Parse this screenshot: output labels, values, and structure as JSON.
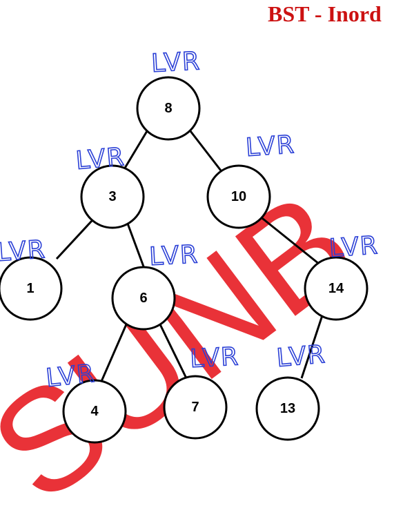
{
  "title": "BST - Inord",
  "colors": {
    "title": "#cc1111",
    "annotation": "#2a3fd6",
    "watermark": "#e8232a"
  },
  "tree": {
    "nodes": [
      {
        "id": "n8",
        "label": "8"
      },
      {
        "id": "n3",
        "label": "3"
      },
      {
        "id": "n10",
        "label": "10"
      },
      {
        "id": "n1",
        "label": "1"
      },
      {
        "id": "n6",
        "label": "6"
      },
      {
        "id": "n14",
        "label": "14"
      },
      {
        "id": "n4",
        "label": "4"
      },
      {
        "id": "n7",
        "label": "7"
      },
      {
        "id": "n13",
        "label": "13"
      }
    ],
    "edges": [
      [
        "n8",
        "n3"
      ],
      [
        "n8",
        "n10"
      ],
      [
        "n3",
        "n1"
      ],
      [
        "n3",
        "n6"
      ],
      [
        "n10",
        "n14"
      ],
      [
        "n6",
        "n4"
      ],
      [
        "n6",
        "n7"
      ],
      [
        "n14",
        "n13"
      ]
    ]
  },
  "annotations": [
    "LVR",
    "LVR",
    "LVR",
    "LVR",
    "LVR",
    "LVR",
    "LVR",
    "LVR",
    "LVR"
  ],
  "watermark": "SUNB"
}
